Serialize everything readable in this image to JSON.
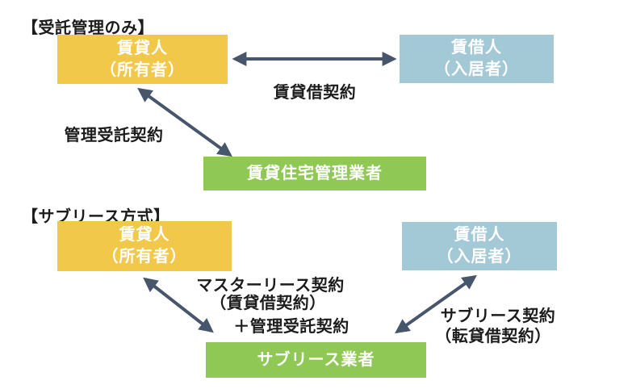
{
  "colors": {
    "background": "#FFFFFF",
    "lessor_box": "#F2C84B",
    "lessee_box": "#A3C9D7",
    "manager_box": "#8FC854",
    "arrow": "#47566B",
    "box_text": "#FFFFFF",
    "label_text": "#1C1C1C"
  },
  "entrusted_management": {
    "heading": "【受託管理のみ】",
    "lessor_line1": "賃貸人",
    "lessor_line2": "（所有者）",
    "lessee_line1": "賃借人",
    "lessee_line2": "（入居者）",
    "manager_label": "賃貸住宅管理業者",
    "lease_contract_label": "賃貸借契約",
    "management_contract_label": "管理受託契約"
  },
  "sublease_scheme": {
    "heading": "【サブリース方式】",
    "lessor_line1": "賃貸人",
    "lessor_line2": "（所有者）",
    "lessee_line1": "賃借人",
    "lessee_line2": "（入居者）",
    "operator_label": "サブリース業者",
    "master_lease_line1": "マスターリース契約",
    "master_lease_line2": "（賃貸借契約）",
    "master_lease_line3": "＋管理受託契約",
    "sublease_line1": "サブリース契約",
    "sublease_line2": "（転貸借契約）"
  }
}
